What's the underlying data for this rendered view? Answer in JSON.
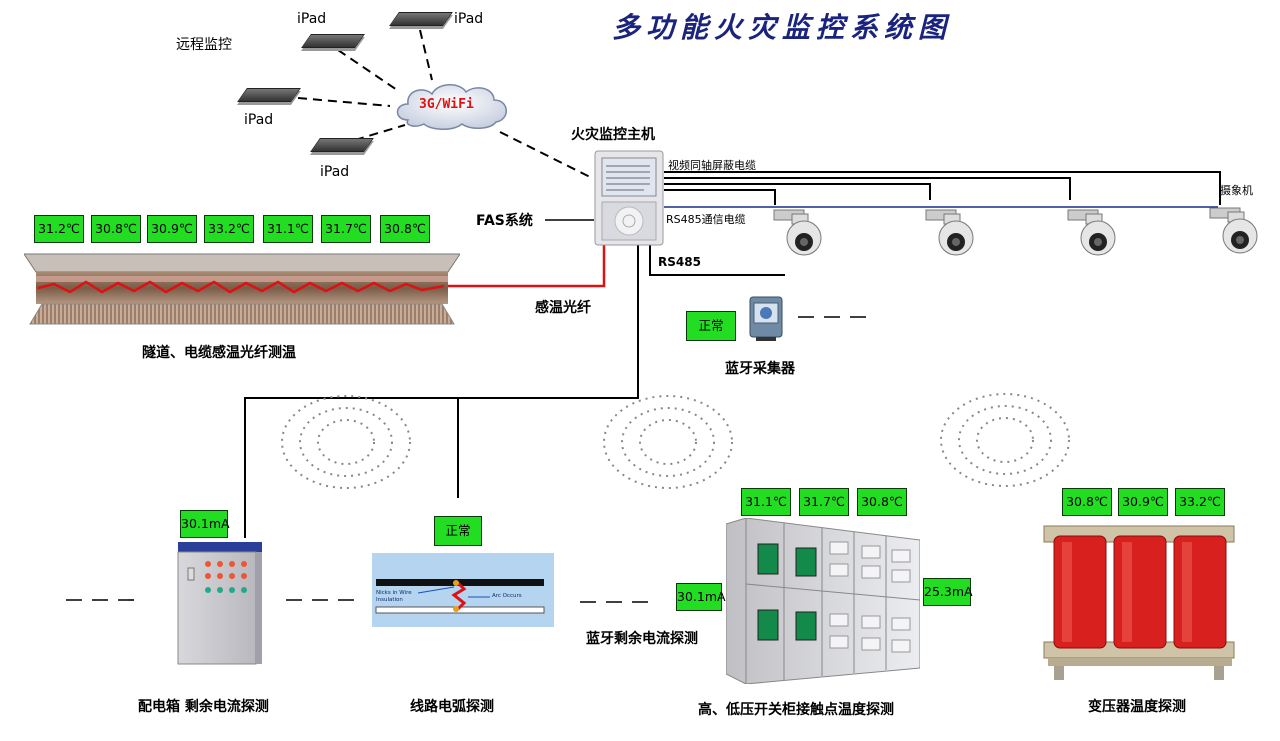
{
  "title": "多功能火灾监控系统图",
  "remote": {
    "label": "远程监控",
    "ipads": [
      "iPad",
      "iPad",
      "iPad",
      "iPad"
    ],
    "network": "3G/WiFi"
  },
  "host": {
    "label": "火灾监控主机",
    "fas": "FAS系统",
    "fiber": "感温光纤",
    "rs485": "RS485"
  },
  "cables": {
    "coax": "视频同轴屏蔽电缆",
    "rs485": "RS485通信电缆",
    "camera": "摄象机"
  },
  "tunnel": {
    "readings": [
      "31.2℃",
      "30.8℃",
      "30.9℃",
      "33.2℃",
      "31.1℃",
      "31.7℃",
      "30.8℃"
    ],
    "label": "隧道、电缆感温光纤测温"
  },
  "bluetooth_collector": {
    "status": "正常",
    "label": "蓝牙采集器"
  },
  "distribution_box": {
    "reading": "30.1mA",
    "label": "配电箱 剩余电流探测"
  },
  "arc": {
    "status": "正常",
    "label": "线路电弧探测",
    "diagram_text": [
      "Nicks in Wire",
      "Insulation",
      "Arc Occurs"
    ]
  },
  "switchgear": {
    "readings": [
      "31.1℃",
      "31.7℃",
      "30.8℃"
    ],
    "left_reading": "30.1mA",
    "right_reading": "25.3mA",
    "bt_label": "蓝牙剩余电流探测",
    "label": "高、低压开关柜接触点温度探测"
  },
  "transformer": {
    "readings": [
      "30.8℃",
      "30.9℃",
      "33.2℃"
    ],
    "label": "变压器温度探测"
  },
  "colors": {
    "title": "#1a237e",
    "reading_box": "#22dd22",
    "fiber": "#dd1111",
    "rs485_cable": "#1a2a8a",
    "transformer": "#d8201e"
  }
}
